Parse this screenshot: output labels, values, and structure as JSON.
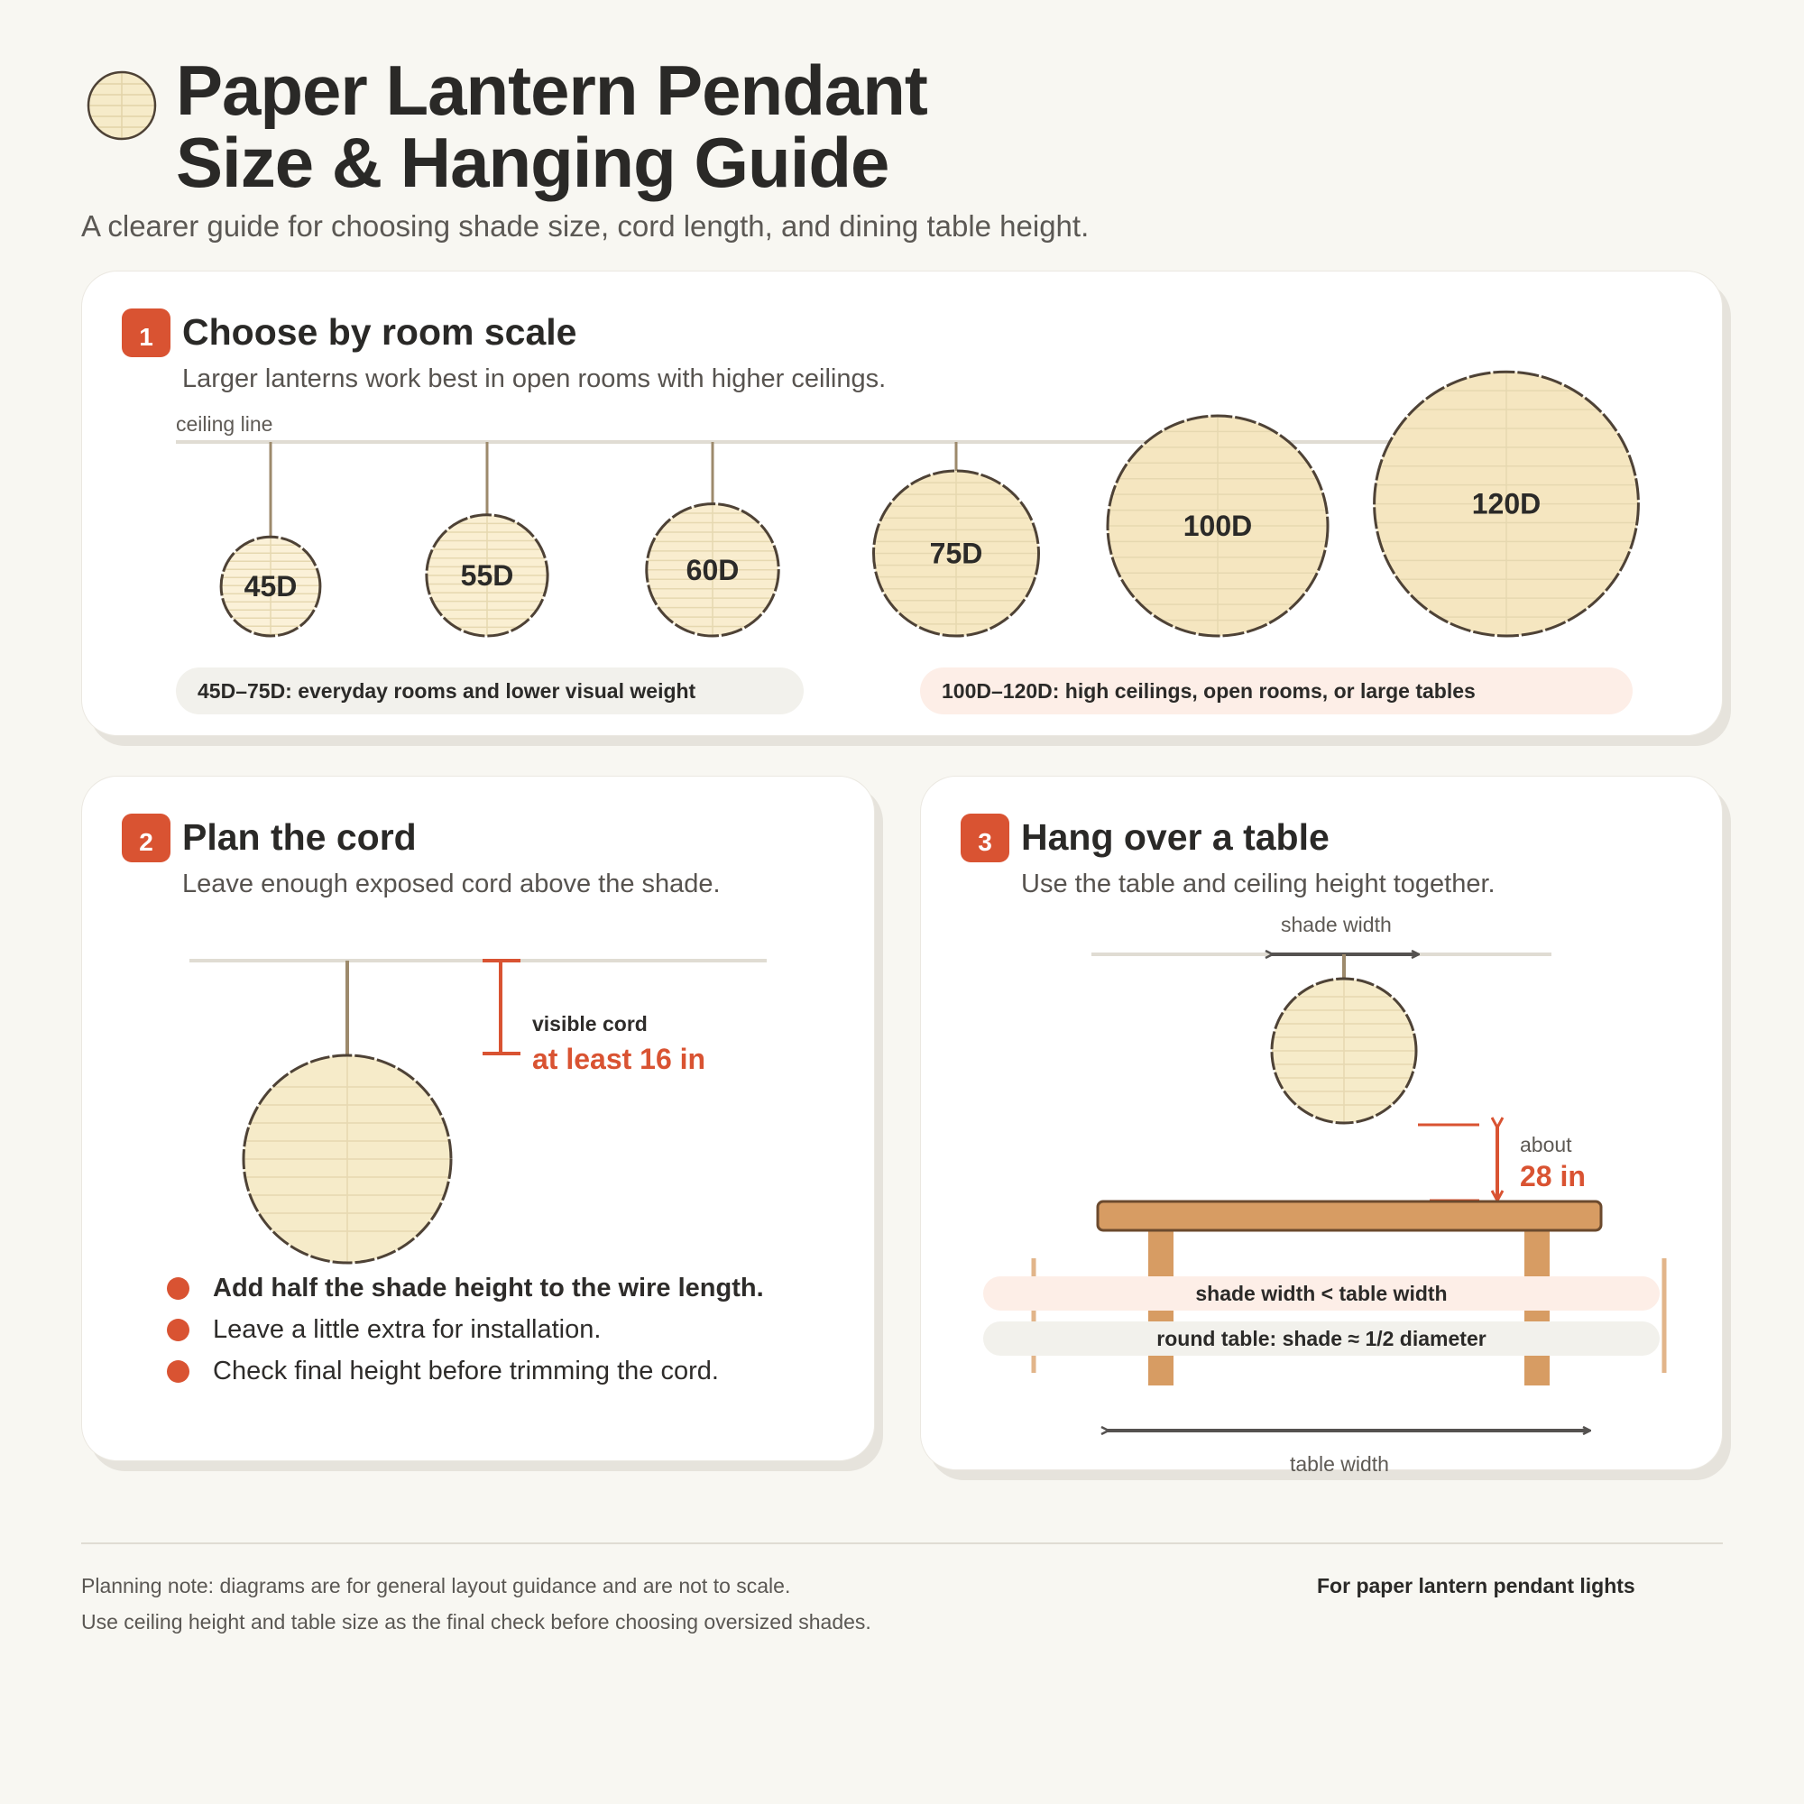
{
  "header": {
    "title_line1": "Paper Lantern Pendant",
    "title_line2": "Size & Hanging Guide",
    "subtitle": "A clearer guide for choosing shade size, cord length, and dining table height."
  },
  "colors": {
    "accent": "#d95332",
    "lantern_fill": "#f6ebc9",
    "lantern_outline": "#4e4236",
    "cord": "#9d8a6c",
    "table_wood": "#d79c63",
    "background": "#f8f7f2"
  },
  "section1": {
    "number": "1",
    "title": "Choose by room scale",
    "subtitle": "Larger lanterns work best in open rooms with higher ceilings.",
    "ceiling_label": "ceiling line",
    "lanterns": [
      {
        "label": "45D",
        "size": 45
      },
      {
        "label": "55D",
        "size": 55
      },
      {
        "label": "60D",
        "size": 60
      },
      {
        "label": "75D",
        "size": 75
      },
      {
        "label": "100D",
        "size": 100
      },
      {
        "label": "120D",
        "size": 120
      }
    ],
    "pill_small": "45D–75D: everyday rooms and lower visual weight",
    "pill_large": "100D–120D: high ceilings, open rooms, or large tables"
  },
  "section2": {
    "number": "2",
    "title": "Plan the cord",
    "subtitle": "Leave enough exposed cord above the shade.",
    "cord_label": "visible cord",
    "cord_value": "at least 16 in",
    "bullets": [
      "Add half the shade height to the wire length.",
      "Leave a little extra for installation.",
      "Check final height before trimming the cord."
    ]
  },
  "section3": {
    "number": "3",
    "title": "Hang over a table",
    "subtitle": "Use the table and ceiling height together.",
    "shade_width_label": "shade width",
    "gap_label": "about",
    "gap_value": "28 in",
    "rule1": "shade width < table width",
    "rule2": "round table: shade ≈ 1/2 diameter",
    "table_width_label": "table width"
  },
  "footer": {
    "note1": "Planning note: diagrams are for general layout guidance and are not to scale.",
    "note2": "Use ceiling height and table size as the final check before choosing oversized shades.",
    "right": "For paper lantern pendant lights"
  }
}
